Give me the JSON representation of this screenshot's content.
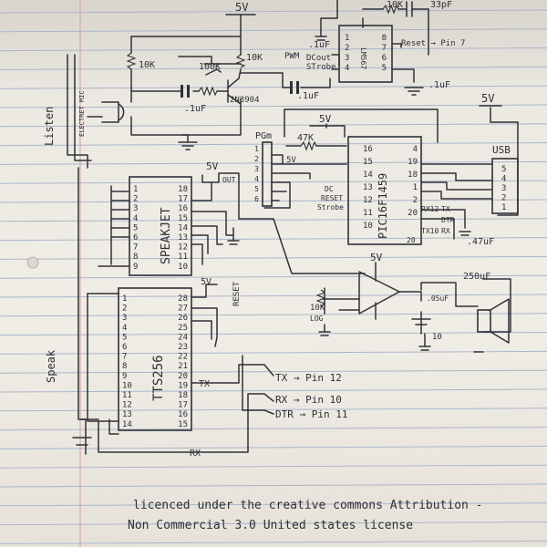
{
  "labels": {
    "supply_top": "5V",
    "supply_mid": "5V",
    "supply_right": "5V",
    "supply_speak": "5V",
    "supply_tts": "5V",
    "supply_amp": "5V",
    "r_10k_a": "10K",
    "r_100k": "100K",
    "r_10k_b": "10K",
    "r_10k_top": "10K",
    "c_33pf": "33pF",
    "c_1uf_a": ".1uF",
    "c_1uf_b": ".1uF",
    "c_1uf_c": ".1uF",
    "c_1uf_d": ".1uF",
    "transistor": "2N3904",
    "pwm": "PWM",
    "dcout": "DCout",
    "strobe": "STrobe",
    "reset_pin7": "Reset → Pin 7",
    "opamp": "LM567",
    "electret_mic": "ELECTRET MIC",
    "listen": "Listen",
    "speak": "Speak",
    "pgm": "PGm",
    "r_47k": "47K",
    "pin_5v": "5V",
    "pic_chip": "PIC16F1459",
    "usb": "USB",
    "dc_label": "DC",
    "reset_label": "RESET",
    "strobe_label": "Strobe",
    "rx12": "RX12",
    "tx_label": "TX",
    "dtr_label": "DTR",
    "pin_rx": "RX",
    "tx10": "TX10",
    "pin20": "20",
    "c_47uf": ".47uF",
    "speakjet": "SPEAKJET",
    "out": "OUT",
    "reset_vert": "RESET",
    "tts256": "TTS256",
    "tx_tts": "TX",
    "rx_tts": "RX",
    "tx_pin12": "TX → Pin 12",
    "rx_pin10": "RX → Pin 10",
    "dtr_pin11": "DTR → Pin 11",
    "r_10k_amp": "10K",
    "log": "LOG",
    "c_250uf": "250uF",
    "c_05uf": ".05uF",
    "r_10": "10",
    "license_line1": "licenced under the creative commons Attribution -",
    "license_line2": "Non Commercial 3.0 United states license"
  },
  "speakjet_pins_left": [
    "1",
    "2",
    "3",
    "4",
    "5",
    "6",
    "7",
    "8",
    "9"
  ],
  "speakjet_pins_right": [
    "18",
    "17",
    "16",
    "15",
    "14",
    "13",
    "12",
    "11",
    "10"
  ],
  "tts_pins_left": [
    "1",
    "2",
    "3",
    "4",
    "5",
    "6",
    "7",
    "8",
    "9",
    "10",
    "11",
    "12",
    "13",
    "14"
  ],
  "tts_pins_right": [
    "28",
    "27",
    "26",
    "25",
    "24",
    "23",
    "22",
    "21",
    "20",
    "19",
    "18",
    "17",
    "16",
    "15"
  ],
  "pic_pins_left": [
    "16",
    "15",
    "14",
    "13",
    "12",
    "11",
    "10"
  ],
  "pic_pins_right": [
    "4",
    "19",
    "18",
    "1",
    "2",
    "20"
  ],
  "opamp_pins_left": [
    "1",
    "2",
    "3",
    "4"
  ],
  "opamp_pins_right": [
    "8",
    "7",
    "6",
    "5"
  ],
  "usb_pins": [
    "5",
    "4",
    "3",
    "2",
    "1"
  ],
  "pgm_pins": [
    "1",
    "2",
    "3",
    "4",
    "5",
    "6"
  ],
  "colors": {
    "ink": "#303038",
    "rule": "#a9b6c9",
    "margin": "#c9a2a6",
    "paper": "#f0ede6"
  }
}
